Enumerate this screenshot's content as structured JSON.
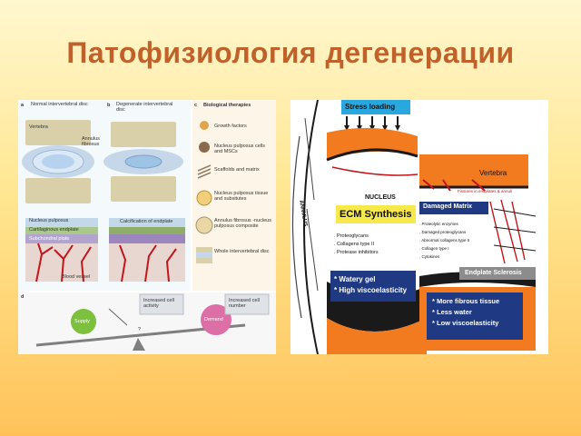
{
  "slide": {
    "title": "Патофизиология дегенерации"
  },
  "left_figure": {
    "panel_a": {
      "letter": "a",
      "heading": "Normal intervertebral disc",
      "vertebra": "Vertebra",
      "annulus": "Annulus fibrosus",
      "nucleus": "Nucleus pulposus",
      "cart_endplate": "Cartilaginous endplate",
      "subchondral": "Subchondral plate",
      "blood_vessel": "Blood vessel"
    },
    "panel_b": {
      "letter": "b",
      "heading": "Degenerate intervertebral disc",
      "calcification": "Calcification of endplate"
    },
    "panel_c": {
      "letter": "c",
      "heading": "Biological therapies",
      "items": [
        "Growth factors",
        "Nucleus pulposus cells and MSCs",
        "Scaffolds and matrix",
        "Nucleus pulposus tissue and subsitutes",
        "Annulus fibrosus -nucleus pulposus composite",
        "Whole intervertebral disc"
      ]
    },
    "panel_d": {
      "letter": "d",
      "supply": "Supply",
      "demand": "Demand",
      "increased_activity": "Increased cell activity",
      "increased_number": "Increased cell number",
      "question": "?"
    }
  },
  "right_figure": {
    "stress_loading": "Stress loading",
    "annulus": "ANNULUS",
    "nucleus": "NUCLEUS",
    "ecm_title": "ECM Synthesis",
    "ecm_list": [
      ". Proteoglycans",
      ". Collagens type II",
      ". Protease inhibitors"
    ],
    "healthy_props": [
      "* Watery gel",
      "* High viscoelasticity"
    ],
    "vertebra": "Vertebra",
    "fissures": "Fissures in endplates & annuli",
    "damaged_matrix": "Damaged Matrix",
    "damaged_list": [
      ". Proteolytic enzymes",
      ". Damaged proteoglycans",
      ". Abnormal collagens type II",
      ". Collagen type I",
      ". Cytokines"
    ],
    "endplate_sclerosis": "Endplate Sclerosis",
    "degenerate_props": [
      "* More fibrous tissue",
      "* Less water",
      "* Low viscoelasticity"
    ]
  }
}
